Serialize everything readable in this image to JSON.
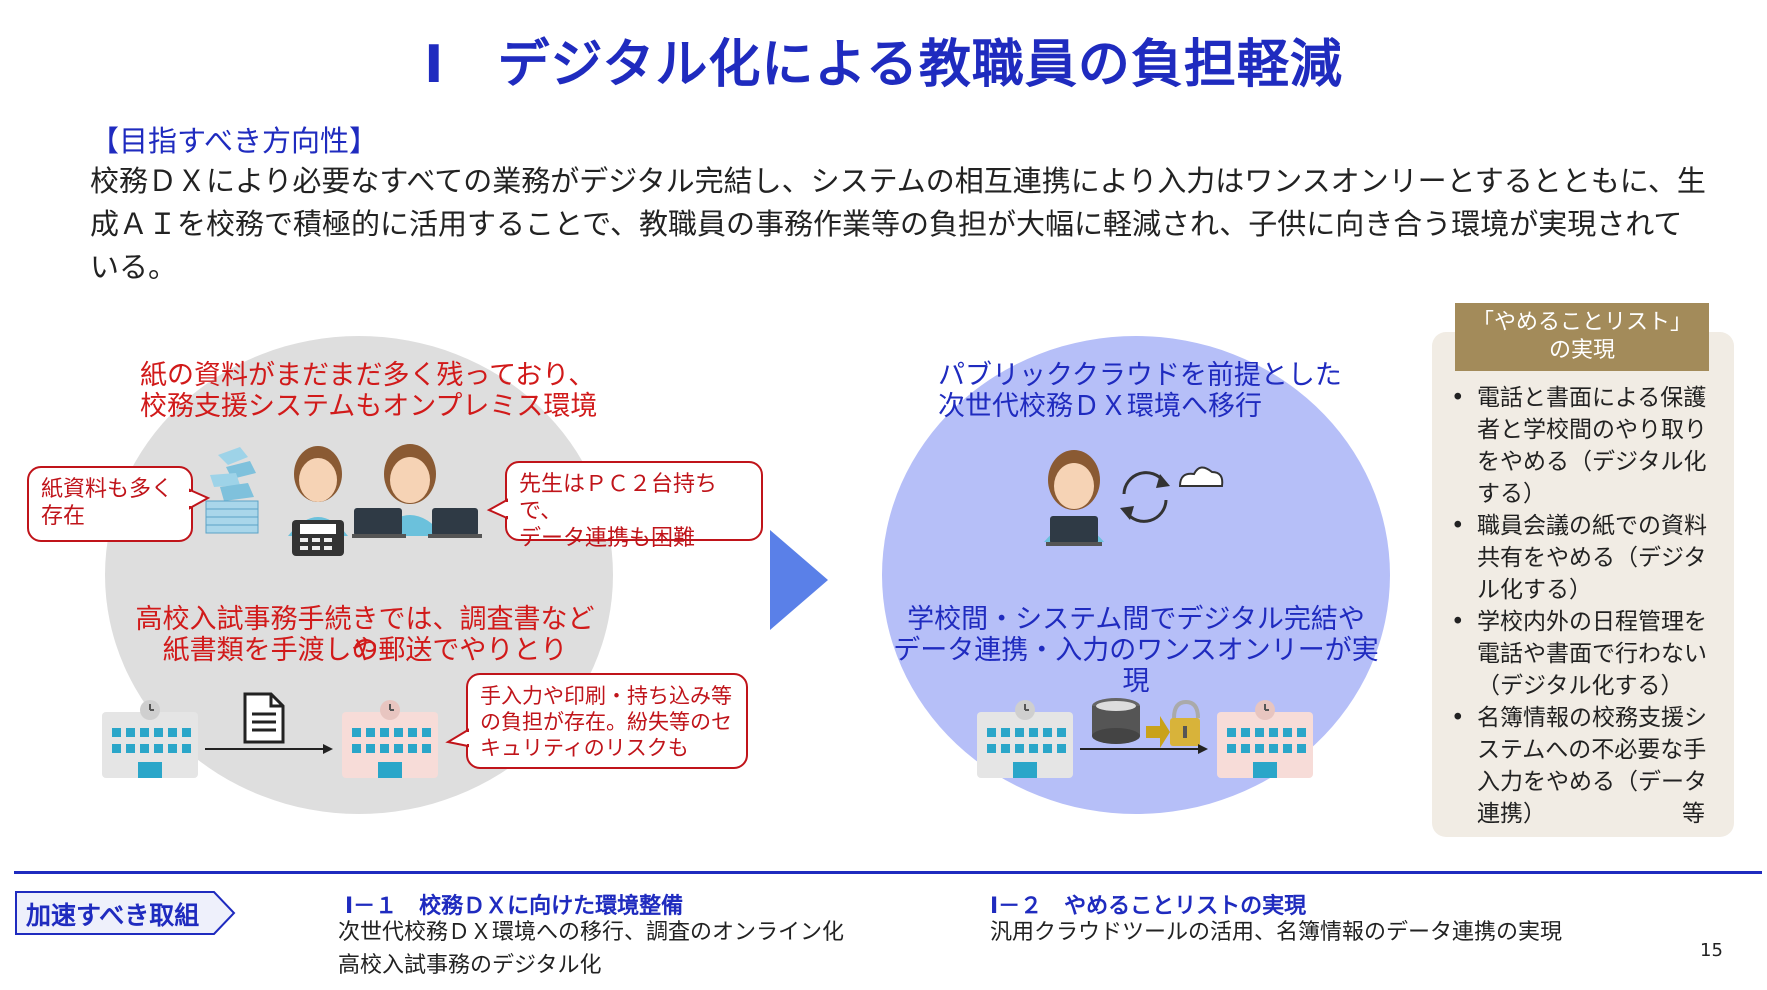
{
  "title": "Ⅰ　デジタル化による教職員の負担軽減",
  "aim": {
    "heading": "【目指すべき方向性】",
    "body": "校務ＤＸにより必要なすべての業務がデジタル完結し、システムの相互連携により入力はワンスオンリーとするとともに、生成ＡＩを校務で積極的に活用することで、教職員の事務作業等の負担が大幅に軽減され、子供に向き合う環境が実現されている。"
  },
  "current": {
    "line1": "紙の資料がまだまだ多く残っており、",
    "line2": "校務支援システムもオンプレミス環境",
    "bubble_paper_1": "紙資料も多く",
    "bubble_paper_2": "存在",
    "bubble_pc_1": "先生はＰＣ２台持ちで、",
    "bubble_pc_2": "データ連携も困難",
    "exam_1": "高校入試事務手続きでは、調査書などの",
    "exam_2": "紙書類を手渡しや郵送でやりとり",
    "bubble_risk_1": "手入力や印刷・持ち込み等",
    "bubble_risk_2": "の負担が存在。紛失等のセ",
    "bubble_risk_3": "キュリティのリスクも"
  },
  "future": {
    "line1": "パブリッククラウドを前提とした",
    "line2": "次世代校務ＤＸ環境へ移行",
    "line3": "学校間・システム間でデジタル完結や",
    "line4": "データ連携・入力のワンスオンリーが実現"
  },
  "stoplist": {
    "head_1": "「やめることリスト」",
    "head_2": "の実現",
    "items": [
      {
        "l1": "電話と書面による保護",
        "l2": "者と学校間のやり取り",
        "l3": "をやめる（デジタル化",
        "l4": "する）"
      },
      {
        "l1": "職員会議の紙での資料",
        "l2": "共有をやめる（デジタ",
        "l3": "ル化する）"
      },
      {
        "l1": "学校内外の日程管理を",
        "l2": "電話や書面で行わない",
        "l3": "（デジタル化する）"
      },
      {
        "l1": "名簿情報の校務支援シ",
        "l2": "ステムへの不必要な手",
        "l3": "入力をやめる（データ",
        "l4": "連携）",
        "etc": "等"
      }
    ]
  },
  "footer": {
    "tag": "加速すべき取組",
    "col1_head": "Ⅰ－１　校務ＤＸに向けた環境整備",
    "col1_l1": "次世代校務ＤＸ環境への移行、調査のオンライン化",
    "col1_l2": "高校入試事務のデジタル化",
    "col2_head": "Ⅰ－２　やめることリストの実現",
    "col2_l1": "汎用クラウドツールの活用、名簿情報のデータ連携の実現",
    "page": "15"
  },
  "colors": {
    "title_blue": "#1f2bbf",
    "alert_red": "#d11a1a",
    "arrow_blue": "#5a80e8",
    "stoplist_brown": "#a38b5a"
  }
}
